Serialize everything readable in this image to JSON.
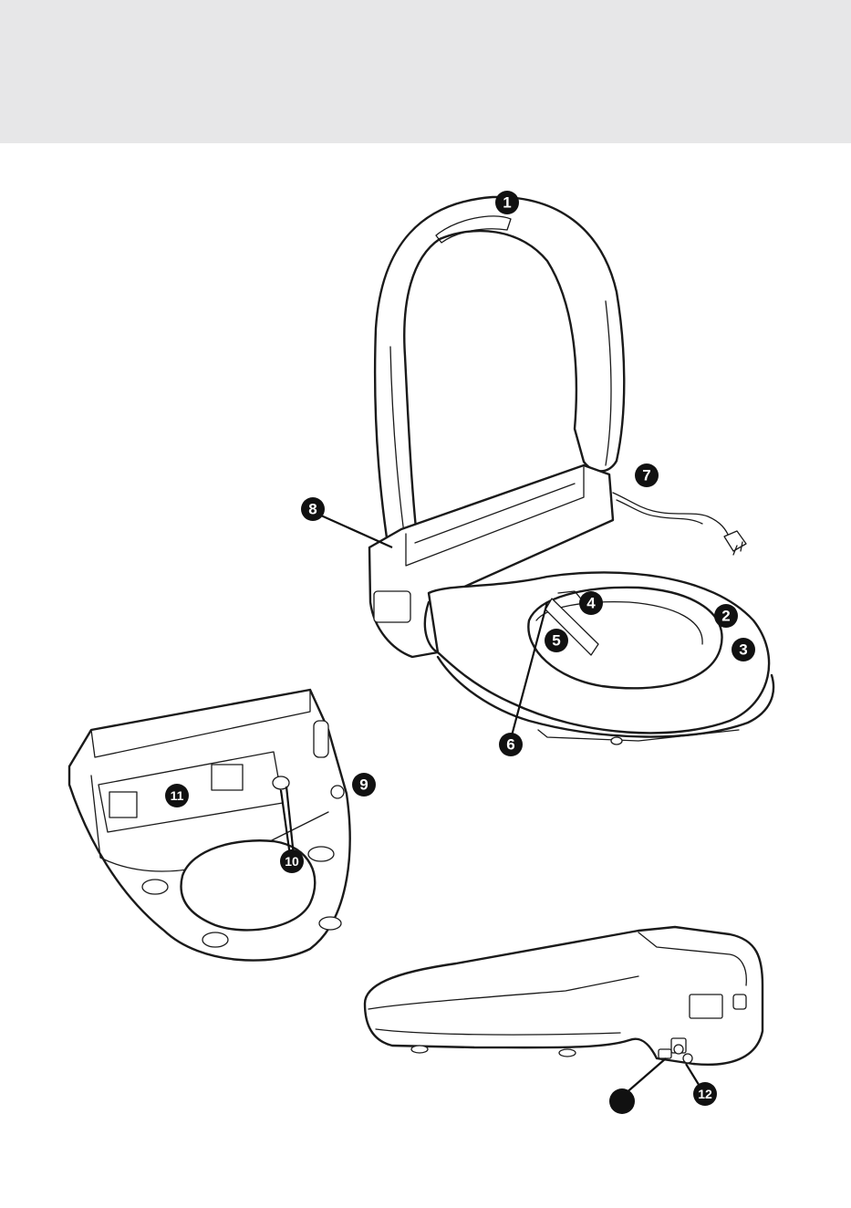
{
  "colors": {
    "header_band": "#e7e7e8",
    "ink": "#111111",
    "callout_text": "#ffffff"
  },
  "callouts": [
    {
      "id": "c1",
      "label": "1"
    },
    {
      "id": "c2",
      "label": "2"
    },
    {
      "id": "c3",
      "label": "3"
    },
    {
      "id": "c4",
      "label": "4"
    },
    {
      "id": "c5",
      "label": "5"
    },
    {
      "id": "c6",
      "label": "6"
    },
    {
      "id": "c7",
      "label": "7"
    },
    {
      "id": "c8",
      "label": "8"
    },
    {
      "id": "c9",
      "label": "9"
    },
    {
      "id": "c10",
      "label": "10"
    },
    {
      "id": "c11",
      "label": "11"
    },
    {
      "id": "c12",
      "label": "12"
    },
    {
      "id": "c13",
      "label": ""
    }
  ]
}
